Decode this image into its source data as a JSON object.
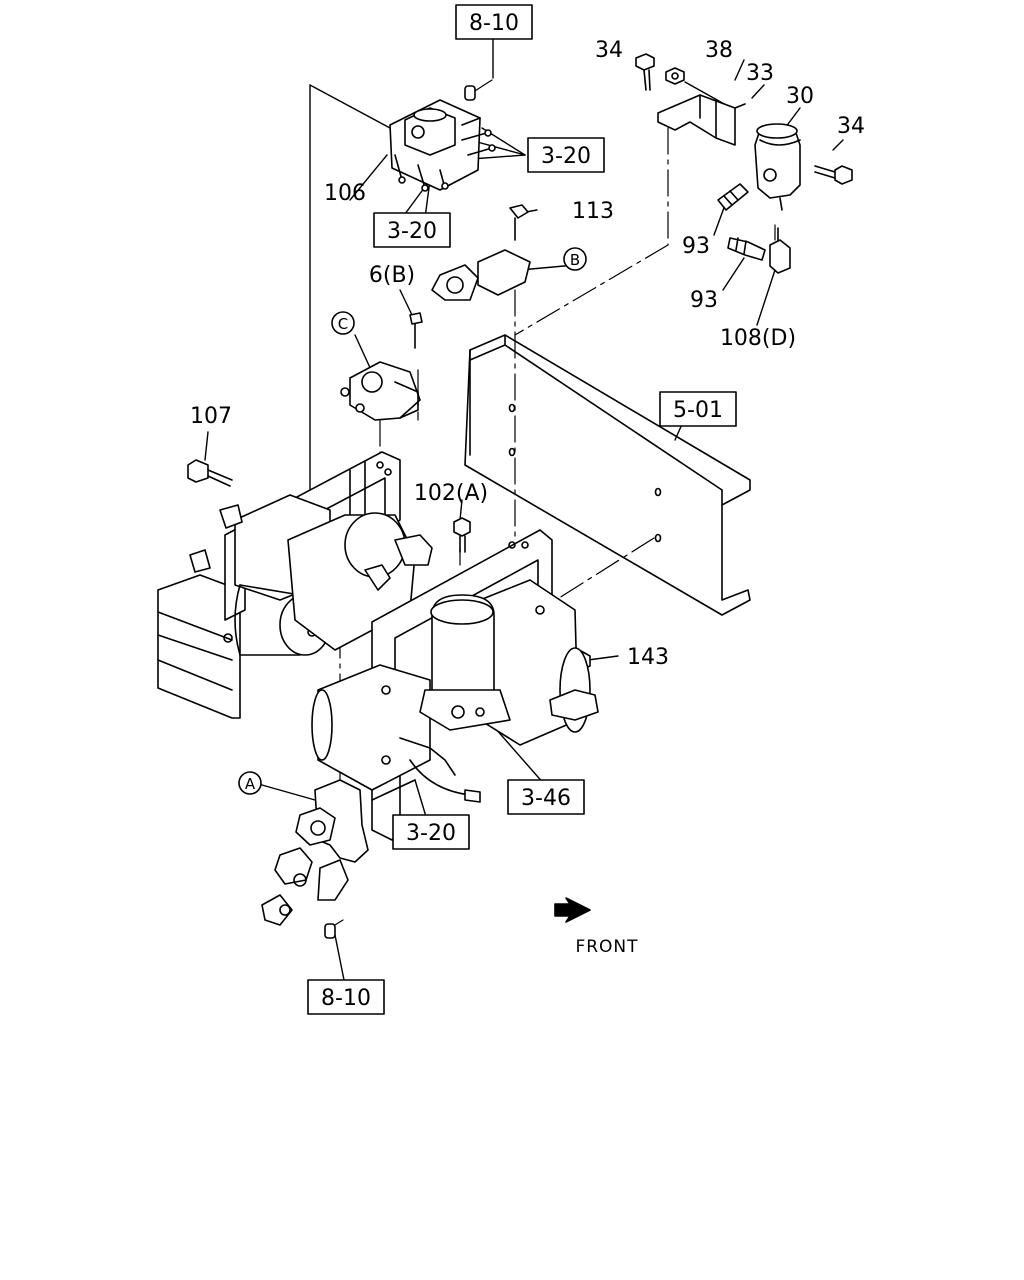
{
  "diagram": {
    "refs": {
      "ref_8_10_top": "8-10",
      "ref_3_20_a": "3-20",
      "ref_3_20_b": "3-20",
      "ref_5_01": "5-01",
      "ref_3_46": "3-46",
      "ref_3_20_c": "3-20",
      "ref_8_10_bottom": "8-10"
    },
    "parts": {
      "p34a": "34",
      "p38": "38",
      "p33": "33",
      "p30": "30",
      "p34b": "34",
      "p113": "113",
      "p93a": "93",
      "p93b": "93",
      "p108d": "108(D)",
      "p106": "106",
      "p6b": "6(B)",
      "p107": "107",
      "p102a": "102(A)",
      "p143": "143"
    },
    "markers": {
      "b": "B",
      "c": "C",
      "a": "A"
    },
    "front_label": "FRONT"
  },
  "colors": {
    "line": "#000000",
    "background": "#ffffff"
  }
}
